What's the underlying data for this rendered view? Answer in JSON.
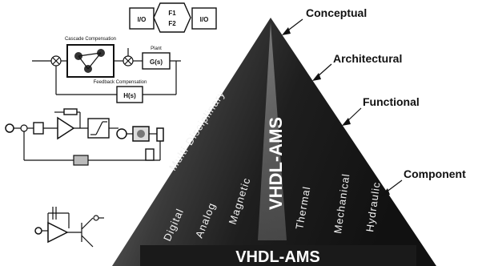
{
  "levels": [
    "Conceptual",
    "Architectural",
    "Functional",
    "Component"
  ],
  "facets": [
    "Digital",
    "Analog",
    "Magnetic",
    "Thermal",
    "Mechanical",
    "Hydraulic"
  ],
  "center_label": "VHDL-AMS",
  "base_label": "VHDL-AMS",
  "side_label": "Multi-Disciplinary",
  "block_diagram": {
    "io_left": "I/O",
    "f1": "F1",
    "f2": "F2",
    "io_right": "I/O"
  },
  "control_diagram": {
    "cascade": "Cascade Compensation",
    "plant": "Plant",
    "plant_tf": "G(s)",
    "feedback": "Feedback Compensation",
    "feedback_tf": "H(s)"
  }
}
